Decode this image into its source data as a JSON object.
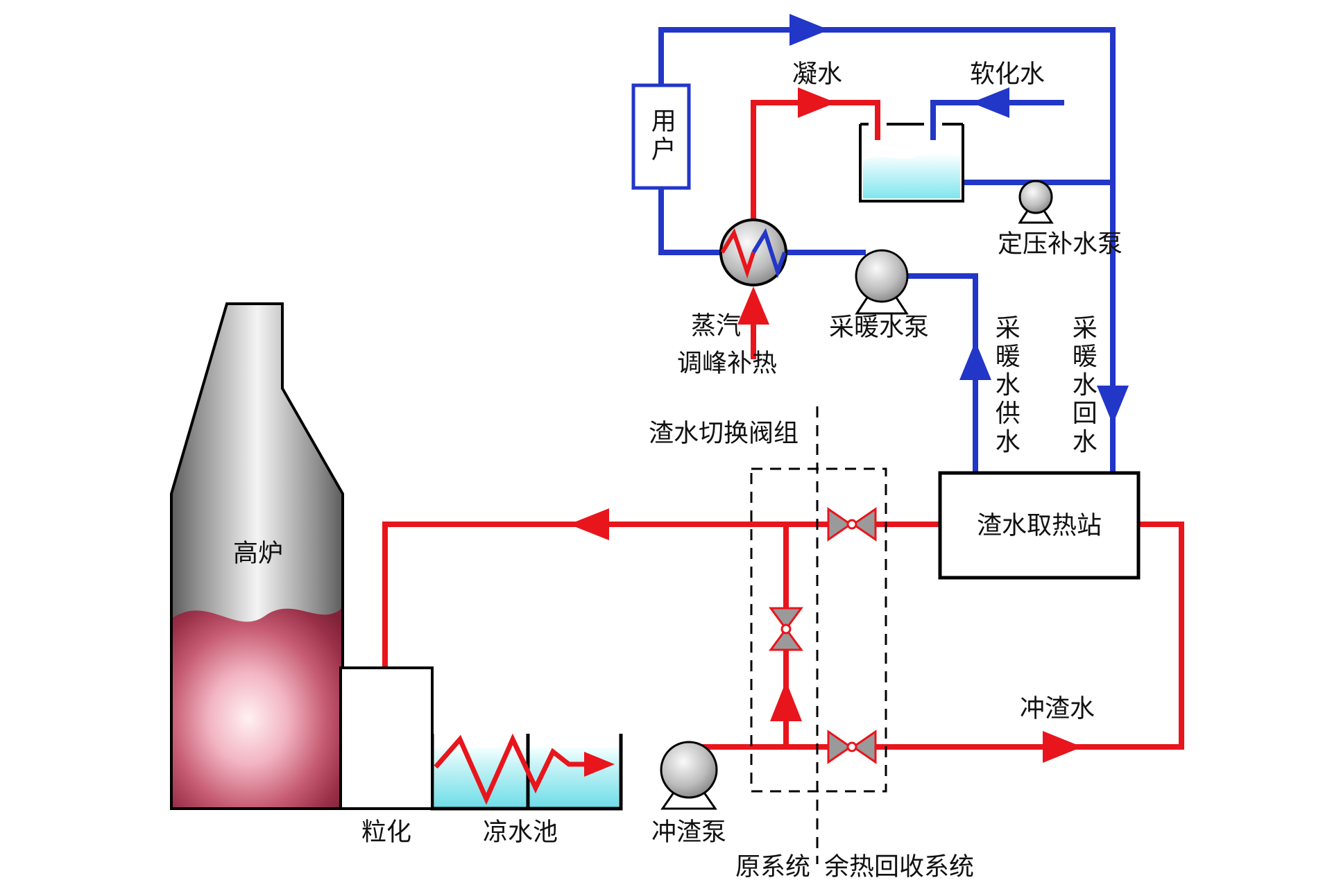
{
  "title": "高炉冲渣水余热回收系统流程图",
  "colors": {
    "hot_line": "#e8151c",
    "cold_line": "#2236c8",
    "pool_water": "#6fdde8",
    "tank_water": "#7fe6ef",
    "molten_slag": "#7f2238",
    "outline": "#000000"
  },
  "labels": {
    "furnace": "高炉",
    "granulation": "粒化",
    "cooling_pool": "凉水池",
    "slag_pump": "冲渣泵",
    "valve_group": "渣水切换阀组",
    "heat_station": "渣水取热站",
    "user": "用户",
    "condensate": "凝水",
    "softened_water": "软化水",
    "makeup_pump": "定压补水泵",
    "heating_pump": "采暖水泵",
    "steam": "蒸汽",
    "peak_heating": "调峰补热",
    "supply_water": "采暖水供水",
    "return_water": "采暖水回水",
    "slag_water": "冲渣水",
    "original_system": "原系统",
    "recovery_system": "余热回收系统"
  }
}
